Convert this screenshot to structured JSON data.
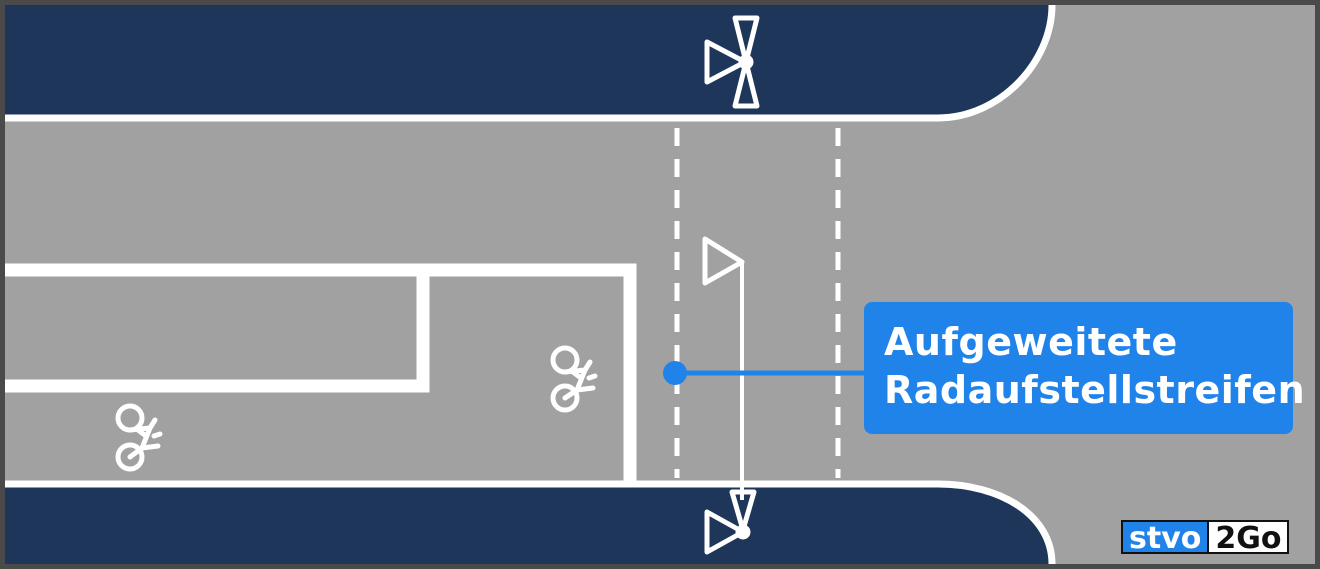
{
  "callout": {
    "line1": "Aufgeweitete",
    "line2": "Radaufstellstreifen"
  },
  "logo": {
    "part1": "stvo",
    "part2": "2Go"
  },
  "colors": {
    "road": "#a1a1a1",
    "sidewalk": "#1e365a",
    "marking": "#ffffff",
    "callout": "#1f83ea",
    "frame": "#4a4a4a"
  },
  "icons": [
    "traffic-light-icon",
    "bicycle-icon"
  ]
}
